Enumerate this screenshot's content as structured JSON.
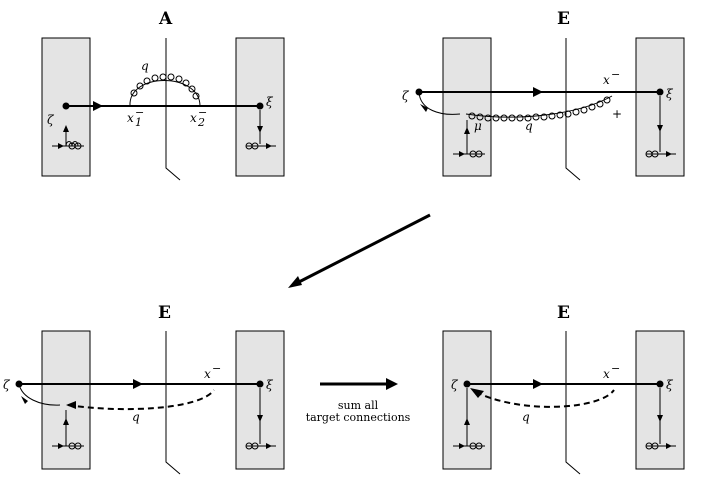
{
  "panels": {
    "top_left": {
      "title": "A",
      "labels": {
        "zeta": "ζ",
        "xi": "ξ",
        "q": "q",
        "x1": "x",
        "x1_sup": "−",
        "x1_sub": "1",
        "x2": "x",
        "x2_sup": "−",
        "x2_sub": "2"
      }
    },
    "top_right": {
      "title": "E",
      "labels": {
        "zeta": "ζ",
        "xi": "ξ",
        "x": "x",
        "x_sup": "−",
        "mu": "μ",
        "q": "q",
        "plus": "+"
      }
    },
    "bottom_left": {
      "title": "E",
      "labels": {
        "zeta": "ζ",
        "xi": "ξ",
        "x": "x",
        "x_sup": "−",
        "q": "q"
      }
    },
    "bottom_right": {
      "title": "E",
      "labels": {
        "zeta": "ζ",
        "xi": "ξ",
        "x": "x",
        "x_sup": "−",
        "q": "q"
      }
    }
  },
  "transition": {
    "line1": "sum all",
    "line2": "target connections"
  }
}
